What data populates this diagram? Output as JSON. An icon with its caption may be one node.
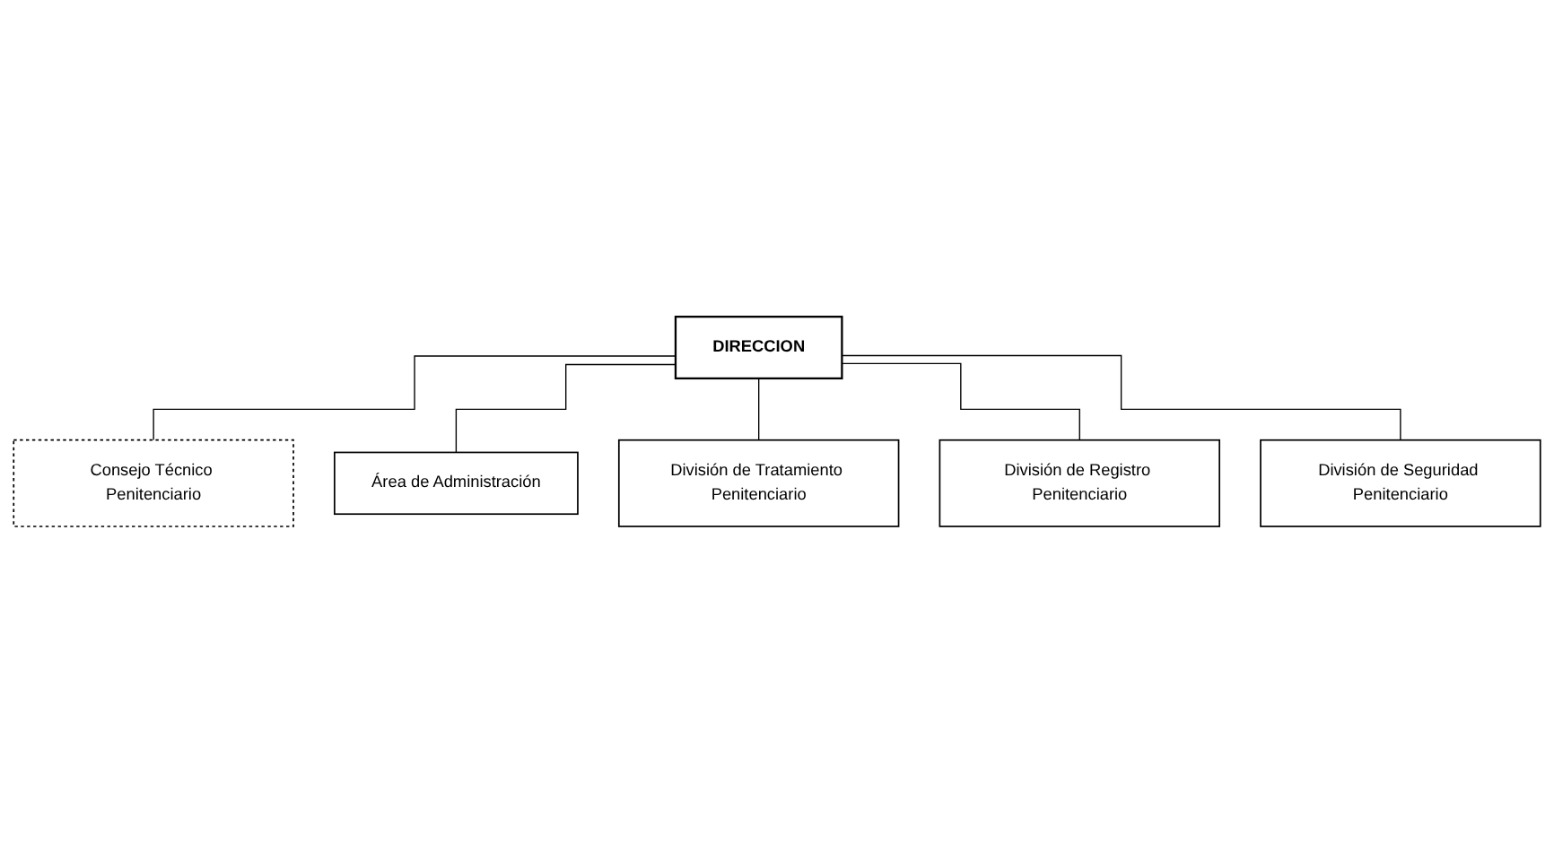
{
  "diagram": {
    "nodes": [
      {
        "text": [
          "DIRECCION"
        ]
      },
      {
        "text": [
          "Consejo Técnico Penitenciario"
        ]
      },
      {
        "text": [
          "Área de Administración"
        ]
      },
      {
        "text": [
          "División de Tratamiento Penitenciario"
        ]
      },
      {
        "text": [
          "División de Registro Penitenciario"
        ]
      },
      {
        "text": [
          "División de Seguridad Penitenciario"
        ]
      }
    ],
    "edges": [
      {
        "from": 0,
        "to": 1,
        "arrow": "none"
      },
      {
        "from": 0,
        "to": 2,
        "arrow": "none"
      },
      {
        "from": 0,
        "to": 3,
        "arrow": "none"
      },
      {
        "from": 0,
        "to": 4,
        "arrow": "none"
      },
      {
        "from": 0,
        "to": 5,
        "arrow": "none"
      }
    ]
  }
}
